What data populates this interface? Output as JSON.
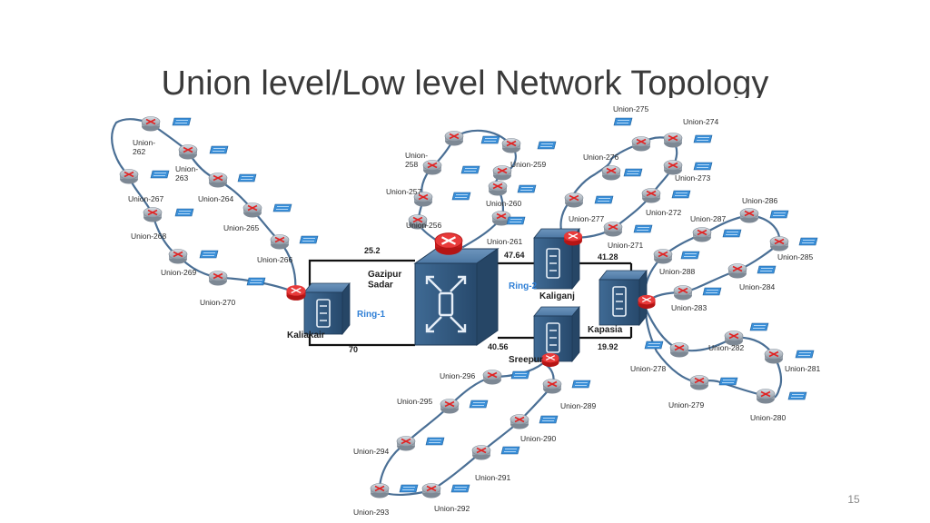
{
  "slide": {
    "title": "Union level/Low level Network Topology",
    "number": "15"
  },
  "colors": {
    "ring_line": "#4a6f95",
    "core_link": "#111111",
    "router_body": "#9aa3ad",
    "router_alarm": "#e02424",
    "switch": "#3a8fd8",
    "ring_label": "#2f7fd6"
  },
  "icons": {
    "router": "router-icon",
    "switch": "switch-icon",
    "chassis": "aggregation-switch-icon",
    "core": "core-router-icon"
  },
  "nodes": {
    "core": "Gazipur\nSadar",
    "kaliakair": "Kaliakair",
    "kaliganj": "Kaliganj",
    "kapasia": "Kapasia",
    "sreepur": "Sreepur"
  },
  "rings": {
    "ring1": "Ring-1",
    "ring2": "Ring-2"
  },
  "links": {
    "core_kaliakair_top": "25.2",
    "core_kaliakair_bottom": "70",
    "core_kaliganj": "47.64",
    "kaliganj_kapasia": "41.28",
    "core_sreepur": "40.56",
    "sreepur_kapasia": "19.92"
  },
  "unions": {
    "u262": "Union-\n262",
    "u263": "Union-\n263",
    "u264": "Union-264",
    "u265": "Union-265",
    "u266": "Union-266",
    "u267": "Union-267",
    "u268": "Union-268",
    "u269": "Union-269",
    "u270": "Union-270",
    "u256": "Union-256",
    "u257": "Union-257",
    "u258": "Union-\n258",
    "u259": "Union-259",
    "u260": "Union-260",
    "u261": "Union-261",
    "u271": "Union-271",
    "u272": "Union-272",
    "u273": "Union-273",
    "u274": "Union-274",
    "u275": "Union-275",
    "u276": "Union-276",
    "u277": "Union-277",
    "u278": "Union-278",
    "u279": "Union-279",
    "u280": "Union-280",
    "u281": "Union-281",
    "u282": "Union-282",
    "u283": "Union-283",
    "u284": "Union-284",
    "u285": "Union-285",
    "u286": "Union-286",
    "u287": "Union-287",
    "u288": "Union-288",
    "u289": "Union-289",
    "u290": "Union-290",
    "u291": "Union-291",
    "u292": "Union-292",
    "u293": "Union-293",
    "u294": "Union-294",
    "u295": "Union-295",
    "u296": "Union-296"
  }
}
